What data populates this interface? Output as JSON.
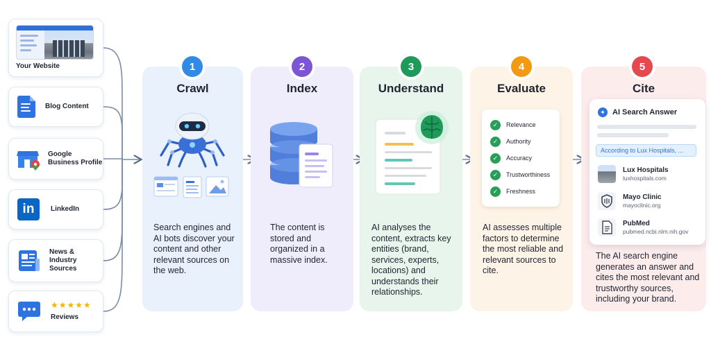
{
  "sources": [
    {
      "label": "Your Website"
    },
    {
      "label": "Blog Content"
    },
    {
      "label": "Google Business Profile"
    },
    {
      "label": "LinkedIn",
      "icon_text": "in"
    },
    {
      "label": "News & Industry Sources"
    },
    {
      "label": "Reviews",
      "stars": "★★★★★"
    }
  ],
  "stages": [
    {
      "number": "1",
      "title": "Crawl",
      "color": "#2f8be6",
      "description": "Search engines and AI bots discover your content and other relevant sources on the web."
    },
    {
      "number": "2",
      "title": "Index",
      "color": "#7b55d6",
      "description": "The content is stored and organized in a massive index."
    },
    {
      "number": "3",
      "title": "Understand",
      "color": "#1f9a5a",
      "description": "AI analyses the content, extracts key entities (brand, services, experts, locations) and understands their relationships."
    },
    {
      "number": "4",
      "title": "Evaluate",
      "color": "#f29a12",
      "description": "AI assesses multiple factors to determine the most reliable and relevant sources to cite."
    },
    {
      "number": "5",
      "title": "Cite",
      "color": "#e5484d",
      "description": "The AI search engine generates an answer and cites the most relevant and trustworthy sources, including your brand."
    }
  ],
  "evaluate_criteria": [
    "Relevance",
    "Authority",
    "Accuracy",
    "Trustworthiness",
    "Freshness"
  ],
  "answer": {
    "heading": "AI Search Answer",
    "quote": "According to Lux Hospitals, ...",
    "sources": [
      {
        "name": "Lux Hospitals",
        "url": "luxhospitals.com"
      },
      {
        "name": "Mayo Clinic",
        "url": "mayoclinic.org"
      },
      {
        "name": "PubMed",
        "url": "pubmed.ncbi.nlm.nih.gov"
      }
    ]
  },
  "colors": {
    "accent_blue": "#2f73e0",
    "check_green": "#2a9d58",
    "connector": "#7b8aa6"
  }
}
